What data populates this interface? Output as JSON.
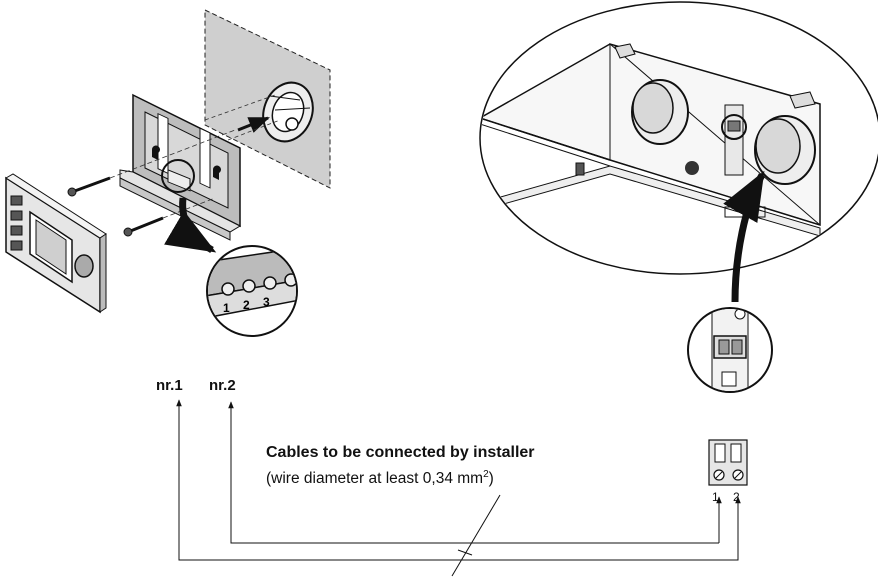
{
  "labels": {
    "nr1": "nr.1",
    "nr2": "nr.2"
  },
  "note": {
    "title": "Cables to be connected by installer",
    "subtitle_prefix": "(wire diameter at least 0,34 mm",
    "subtitle_sup": "2",
    "subtitle_suffix": ")"
  },
  "controller_terminals": [
    "1",
    "2",
    "3"
  ],
  "unit_terminals": [
    "1",
    "2"
  ],
  "colors": {
    "line": "#111111",
    "wall": "#cfcfcf",
    "plate": "#bdbdbd",
    "panel": "#e6e6e6"
  }
}
